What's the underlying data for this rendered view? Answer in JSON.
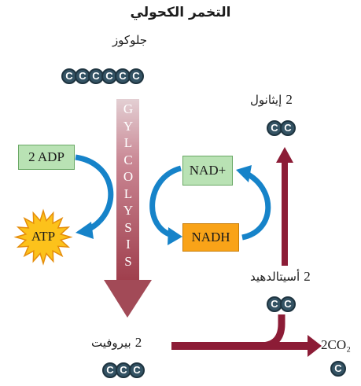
{
  "title": "التخمر الكحولي",
  "glucose": {
    "label": "جلوكوز",
    "atoms": [
      "C",
      "C",
      "C",
      "C",
      "C",
      "C"
    ]
  },
  "glycolysis": {
    "letters": [
      "G",
      "Y",
      "L",
      "C",
      "O",
      "L",
      "Y",
      "S",
      "I",
      "S"
    ]
  },
  "adp": "2 ADP",
  "atp": "ATP",
  "nad": "NAD+",
  "nadh": "NADH",
  "pyruvate": {
    "count": "2",
    "label": "بيروفيت",
    "atoms": [
      "C",
      "C",
      "C"
    ]
  },
  "acetaldehyde": {
    "count": "2",
    "label": "أسيتالدهيد",
    "atoms": [
      "C",
      "C"
    ]
  },
  "ethanol": {
    "count": "2",
    "label": "إيثانول",
    "atoms": [
      "C",
      "C"
    ]
  },
  "co2": {
    "label": "2CO₂",
    "atoms": [
      "C"
    ]
  },
  "colors": {
    "glycolysis_arrow": "#a24a57",
    "path_arrow": "#8c1c36",
    "cycle_arrow": "#1683c9",
    "atom": "#345364",
    "atp_star": "#fcc21b"
  }
}
